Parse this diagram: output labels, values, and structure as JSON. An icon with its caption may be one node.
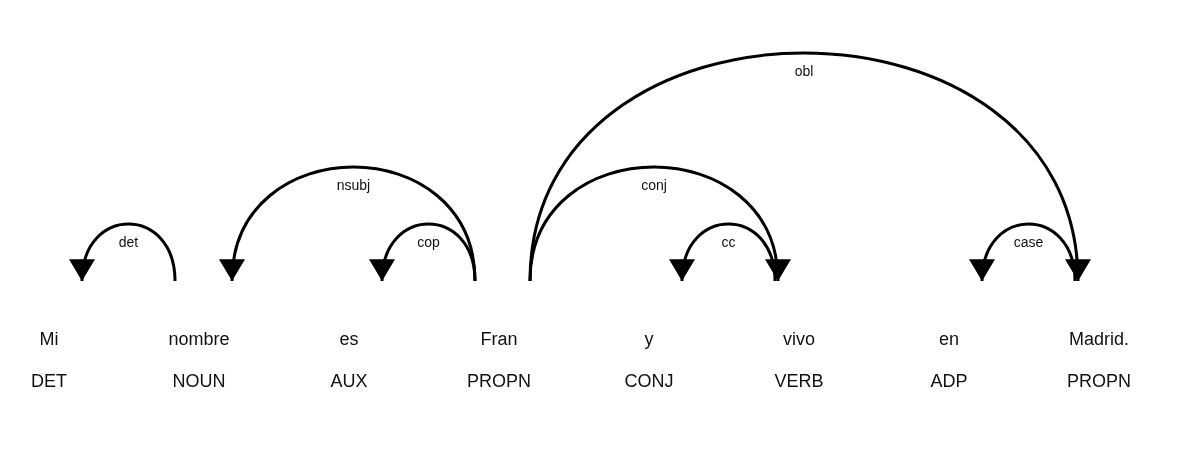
{
  "diagram": {
    "nodes": [
      {
        "text": [
          "Mi",
          "DET"
        ]
      },
      {
        "text": [
          "nombre",
          "NOUN"
        ]
      },
      {
        "text": [
          "es",
          "AUX"
        ]
      },
      {
        "text": [
          "Fran",
          "PROPN"
        ]
      },
      {
        "text": [
          "y",
          "CONJ"
        ]
      },
      {
        "text": [
          "vivo",
          "VERB"
        ]
      },
      {
        "text": [
          "en",
          "ADP"
        ]
      },
      {
        "text": [
          "Madrid.",
          "PROPN"
        ]
      }
    ],
    "edges": [
      {
        "from": 1,
        "to": 0,
        "arrow": "to",
        "label": "det"
      },
      {
        "from": 3,
        "to": 1,
        "arrow": "to",
        "label": "nsubj"
      },
      {
        "from": 3,
        "to": 2,
        "arrow": "to",
        "label": "cop"
      },
      {
        "from": 3,
        "to": 5,
        "arrow": "to",
        "label": "conj"
      },
      {
        "from": 5,
        "to": 4,
        "arrow": "to",
        "label": "cc"
      },
      {
        "from": 3,
        "to": 7,
        "arrow": "to",
        "label": "obl"
      },
      {
        "from": 7,
        "to": 6,
        "arrow": "to",
        "label": "case"
      }
    ]
  }
}
